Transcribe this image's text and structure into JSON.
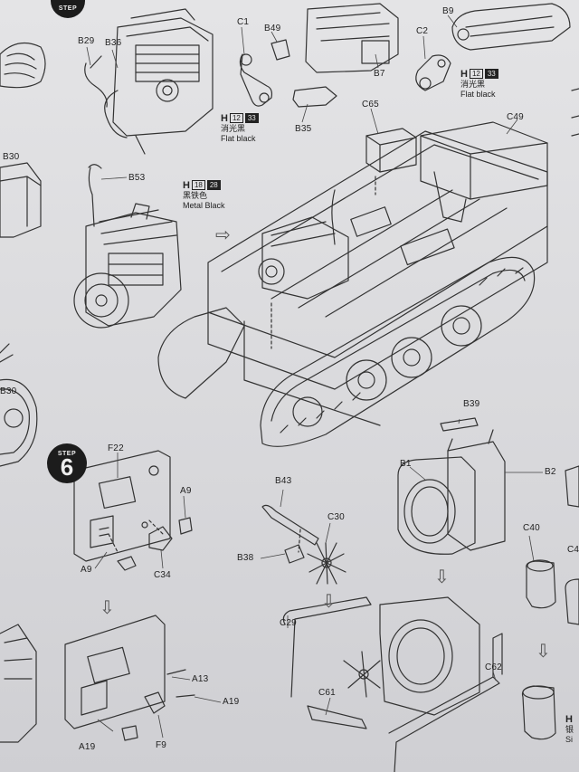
{
  "steps": [
    {
      "word": "STEP",
      "number": ""
    },
    {
      "word": "STEP",
      "number": "6"
    }
  ],
  "part_labels": {
    "b29": "B29",
    "b36": "B36",
    "c1": "C1",
    "b49": "B49",
    "b35": "B35",
    "b7": "B7",
    "b9": "B9",
    "c2": "C2",
    "b30": "B30",
    "b53": "B53",
    "c65": "C65",
    "c49": "C49",
    "b39": "B39",
    "b1": "B1",
    "b2": "B2",
    "f22": "F22",
    "a9_top": "A9",
    "a9_bottom": "A9",
    "c34": "C34",
    "b43": "B43",
    "c30": "C30",
    "b38": "B38",
    "c40": "C40",
    "c4": "C4",
    "a13": "A13",
    "a19_right": "A19",
    "a19_bottom": "A19",
    "f9": "F9",
    "c29": "C29",
    "c61": "C61",
    "c62": "C62",
    "b30_left": "B30"
  },
  "paints": [
    {
      "code": "H",
      "n1": "12",
      "n2": "33",
      "zh": "消光黑",
      "en": "Flat black"
    },
    {
      "code": "H",
      "n1": "12",
      "n2": "33",
      "zh": "消光黑",
      "en": "Flat black"
    },
    {
      "code": "H",
      "n1": "18",
      "n2": "28",
      "zh": "黑铁色",
      "en": "Metal  Black"
    },
    {
      "code": "H",
      "zh": "银",
      "en": "Si"
    }
  ]
}
